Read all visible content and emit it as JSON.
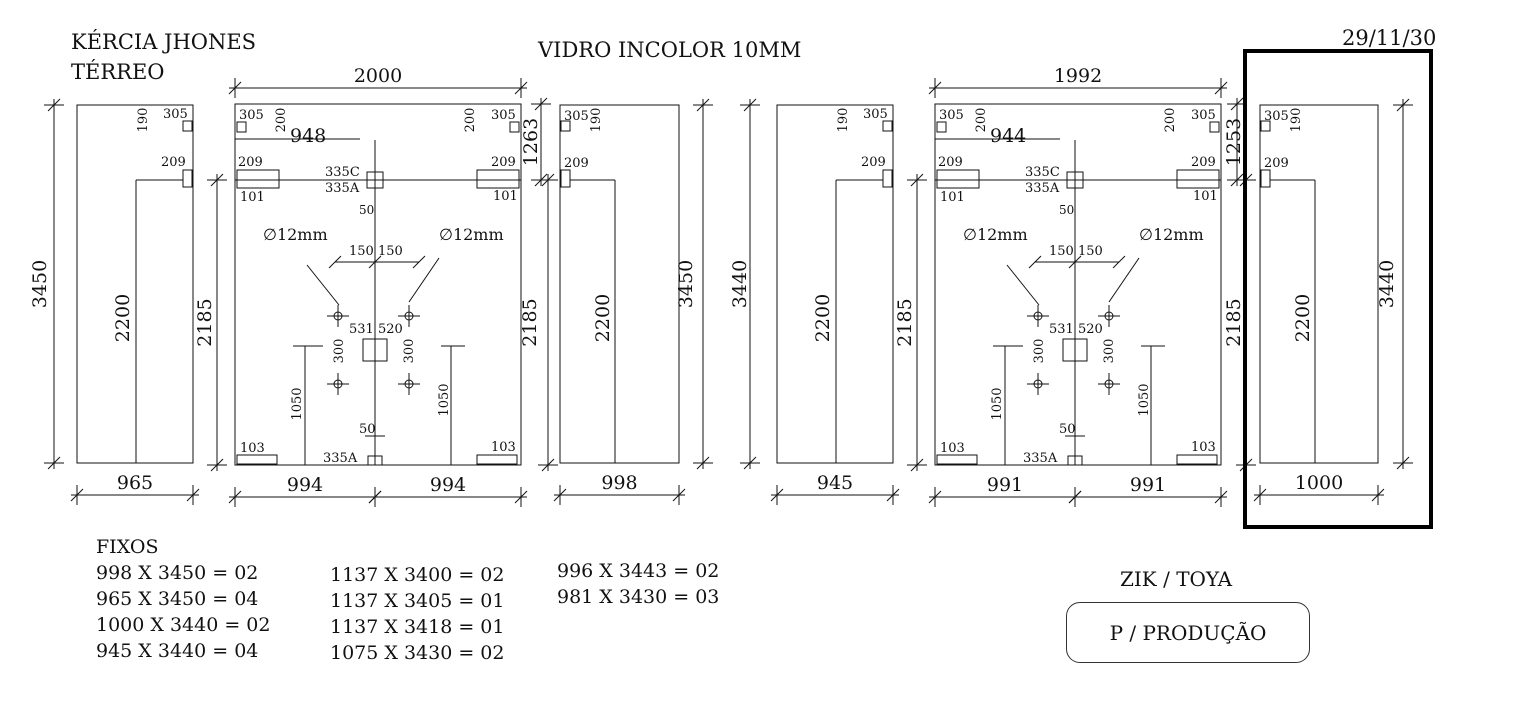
{
  "header": {
    "client": "KÉRCIA JHONES",
    "floor": "TÉRREO",
    "material": "VIDRO INCOLOR 10MM",
    "date": "29/11/30"
  },
  "fixos": {
    "title": "FIXOS",
    "col1": [
      "998 X 3450 = 02",
      "965 X 3450 = 04",
      "1000 X 3440 = 02",
      "945 X 3440 = 04"
    ],
    "col2": [
      "1137 X 3400 = 02",
      "1137 X 3405 = 01",
      "1137 X 3418 = 01",
      "1075 X 3430 = 02"
    ],
    "col3": [
      "996 X 3443 = 02",
      "981 X 3430 = 03"
    ]
  },
  "footer": {
    "brand": "ZIK / TOYA",
    "stamp": "P / PRODUÇÃO"
  },
  "panels": {
    "set_a": {
      "left_fixed": {
        "height": "3450",
        "width": "965",
        "inner_h": "2200",
        "top_a": "190",
        "top_b": "305",
        "side": "209"
      },
      "door": {
        "width": "2000",
        "height": "2185",
        "side_h": "1263",
        "left_w": "994",
        "right_w": "994",
        "top_tab_a": "305",
        "top_tab_b": "200",
        "offset": "948",
        "hinge": "209",
        "hinge_b": "101",
        "pivot_a": "335C",
        "pivot_b": "335A",
        "drop": "50",
        "hole_l": "∅12mm",
        "hole_r": "∅12mm",
        "sp_l": "150",
        "sp_r": "150",
        "c_l": "531",
        "c_r": "520",
        "v_l": "300",
        "v_r": "300",
        "h_l": "1050",
        "h_r": "1050",
        "bot_drop": "50",
        "bot_pivot": "335A",
        "corner_l": "103",
        "corner_r": "103"
      },
      "right_fixed": {
        "height": "3450",
        "width": "998",
        "inner_h": "2200",
        "top_a": "305",
        "top_b": "190",
        "side": "209",
        "door_h": "2185"
      }
    },
    "set_b": {
      "left_fixed": {
        "height": "3440",
        "width": "945",
        "inner_h": "2200",
        "top_a": "190",
        "top_b": "305",
        "side": "209"
      },
      "door": {
        "width": "1992",
        "height": "2185",
        "side_h": "1253",
        "left_w": "991",
        "right_w": "991",
        "top_tab_a": "305",
        "top_tab_b": "200",
        "offset": "944",
        "hinge": "209",
        "hinge_b": "101",
        "pivot_a": "335C",
        "pivot_b": "335A",
        "drop": "50",
        "hole_l": "∅12mm",
        "hole_r": "∅12mm",
        "sp_l": "150",
        "sp_r": "150",
        "c_l": "531",
        "c_r": "520",
        "v_l": "300",
        "v_r": "300",
        "h_l": "1050",
        "h_r": "1050",
        "bot_drop": "50",
        "bot_pivot": "335A",
        "corner_l": "103",
        "corner_r": "103"
      },
      "right_fixed": {
        "height": "3440",
        "width": "1000",
        "inner_h": "2200",
        "top_a": "305",
        "top_b": "190",
        "side": "209",
        "door_h": "2185"
      }
    }
  },
  "colors": {
    "ink": "#111111",
    "highlight_border": "#000000"
  }
}
